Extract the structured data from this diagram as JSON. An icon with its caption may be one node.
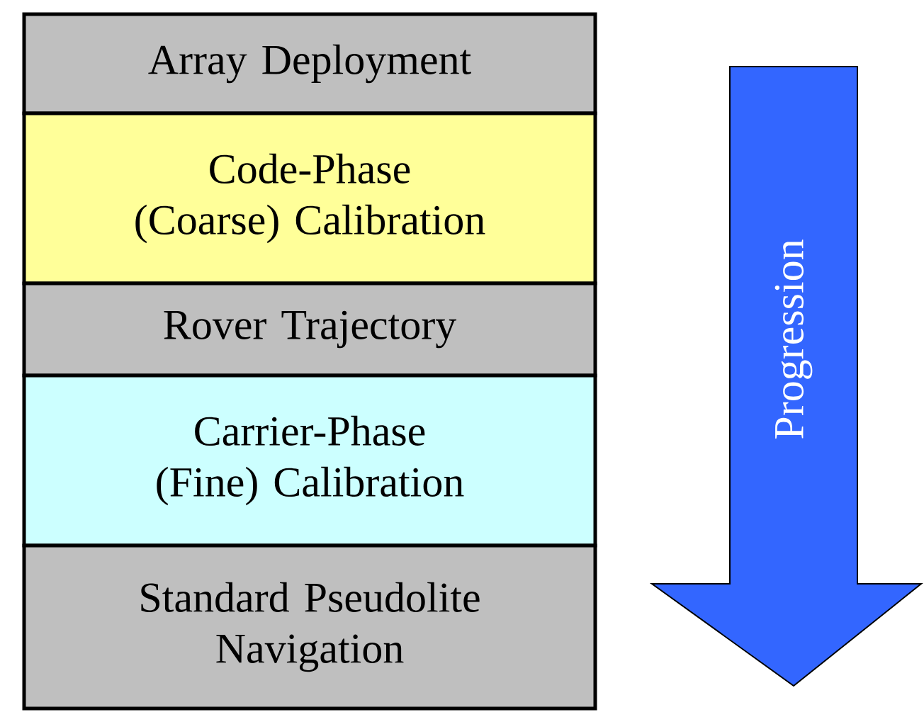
{
  "diagram": {
    "nodes": [
      {
        "text": [
          "Array Deployment"
        ]
      },
      {
        "text": [
          "Code-Phase (Coarse) Calibration"
        ]
      },
      {
        "text": [
          "Rover Trajectory"
        ]
      },
      {
        "text": [
          "Carrier-Phase (Fine) Calibration"
        ]
      },
      {
        "text": [
          "Standard Pseudolite Navigation"
        ]
      },
      {
        "text": [
          "Progression"
        ]
      }
    ]
  }
}
